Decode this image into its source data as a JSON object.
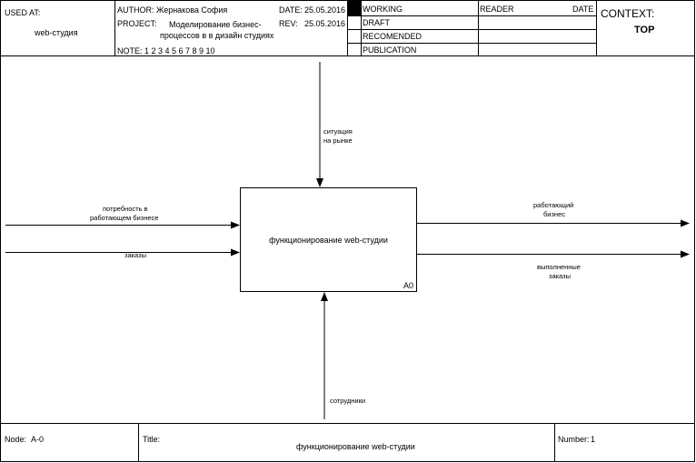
{
  "header": {
    "used_at_label": "USED AT:",
    "used_at_value": "web-студия",
    "author_label": "AUTHOR:",
    "author_value": "Жернакова София",
    "date_label": "DATE:",
    "date_value": "25.05.2016",
    "project_label": "PROJECT:",
    "project_value_line1": "Моделирование бизнес-",
    "project_value_line2": "процессов в  в дизайн студиях",
    "rev_label": "REV:",
    "rev_value": "25.05.2016",
    "note_label": "NOTE:",
    "note_numbers": "1  2  3  4  5  6  7  8  9  10",
    "status_working": "WORKING",
    "status_draft": "DRAFT",
    "status_recommended": "RECOMENDED",
    "status_publication": "PUBLICATION",
    "reader_label": "READER",
    "reader_date_label": "DATE",
    "context_label": "CONTEXT:",
    "context_value": "TOP"
  },
  "diagram": {
    "box_label": "функционирование web-студии",
    "box_id": "A0",
    "control_arrow_label_line1": "ситуация",
    "control_arrow_label_line2": "на рынке",
    "input1_label_line1": "потребность  в",
    "input1_label_line2": "работающем бизнесе",
    "input2_label": "заказы",
    "output1_label_line1": "работающий",
    "output1_label_line2": "бизнес",
    "output2_label_line1": "выполненные",
    "output2_label_line2": "заказы",
    "mechanism_label": "сотрудники"
  },
  "footer": {
    "node_label": "Node:",
    "node_value": "A-0",
    "title_label": "Title:",
    "title_value": "функционирование web-студии",
    "number_label": "Number:",
    "number_value": "1"
  }
}
